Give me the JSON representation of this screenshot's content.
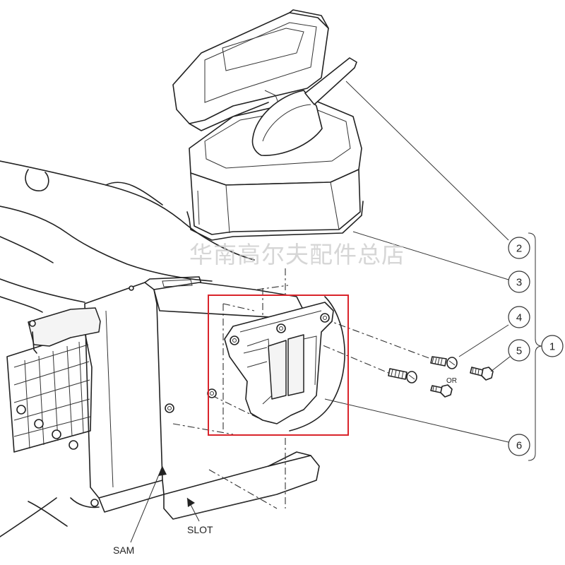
{
  "watermark": "华南高尔夫配件总店",
  "callouts": [
    "1",
    "2",
    "3",
    "4",
    "5",
    "6"
  ],
  "labels": {
    "or": "OR",
    "sam": "SAM",
    "slot": "SLOT"
  },
  "colors": {
    "highlight": "#d9242b",
    "line": "#222222",
    "watermark": "#c9c9c9"
  }
}
